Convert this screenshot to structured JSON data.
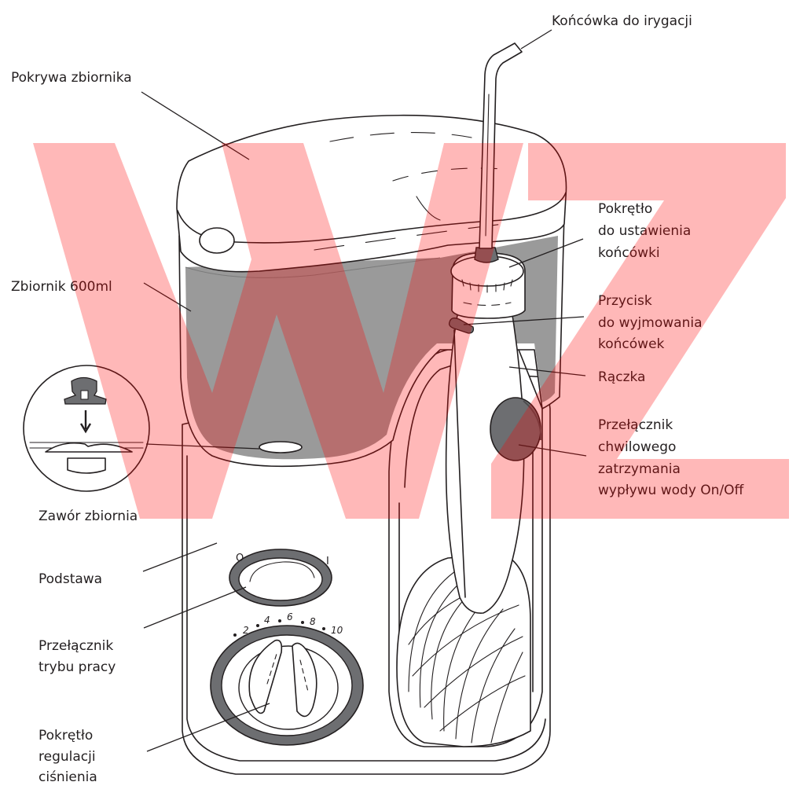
{
  "colors": {
    "water": "#9a9a9a",
    "dark_gray": "#6d6e71",
    "watermark": "#ff0000",
    "outline": "#231f20"
  },
  "watermark": {
    "text": "WZ"
  },
  "labels": {
    "tip": "Końcówka do irygacji",
    "lid": "Pokrywa zbiornika",
    "tank": "Zbiornik 600ml",
    "knob_lines": [
      "Pokrętło",
      "do ustawienia",
      "końcówki"
    ],
    "eject_lines": [
      "Przycisk",
      "do wyjmowania",
      "końcówek"
    ],
    "handle": "Rączka",
    "pause_lines": [
      "Przełącznik",
      "chwilowego",
      "zatrzymania",
      "wypływu wody On/Off"
    ],
    "valve": "Zawór zbiornia",
    "base": "Podstawa",
    "mode_lines": [
      "Przełącznik",
      "trybu pracy"
    ],
    "pressure_lines": [
      "Pokrętło",
      "regulacji",
      "ciśnienia"
    ]
  },
  "switch_marks": {
    "off": "O",
    "on": "I"
  },
  "pressure_scale": [
    "2",
    "4",
    "6",
    "8",
    "10"
  ]
}
